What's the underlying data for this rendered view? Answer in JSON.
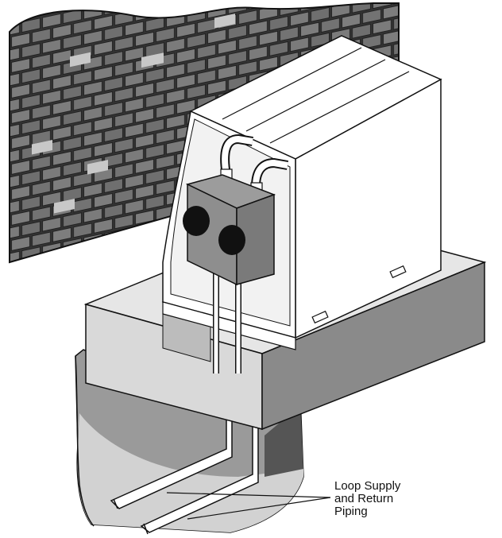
{
  "callout": {
    "lines": [
      "Loop Supply",
      "and Return",
      "Piping"
    ]
  }
}
